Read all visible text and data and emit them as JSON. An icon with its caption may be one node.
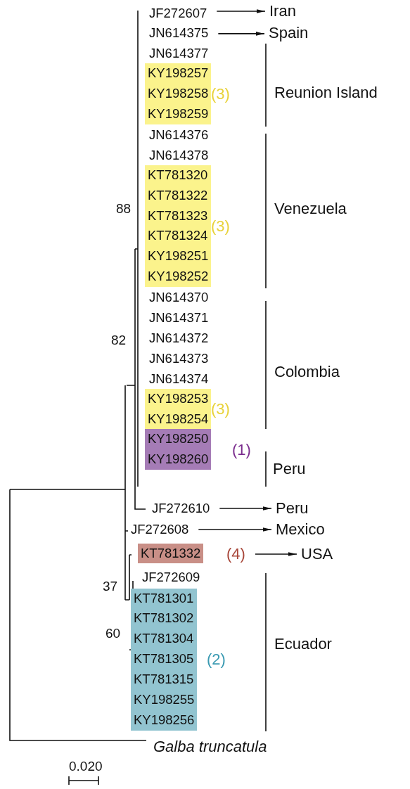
{
  "diagram": {
    "nodes": [
      {
        "text": [
          "JF272607"
        ]
      },
      {
        "text": [
          "Iran"
        ]
      },
      {
        "text": [
          "JN614375"
        ]
      },
      {
        "text": [
          "Spain"
        ]
      },
      {
        "text": [
          "KY198257",
          "KY198258",
          "KY198259"
        ],
        "beside": [
          "(3)"
        ]
      },
      {
        "text": [
          "KT781320",
          "KT781322",
          "KT781323",
          "KT781324",
          "KY198251",
          "KY198252"
        ],
        "beside": [
          "(3)"
        ]
      },
      {
        "text": [
          "KY198253",
          "KY198254"
        ],
        "beside": [
          "(3)"
        ]
      },
      {
        "text": [
          "KY198250",
          "KY198260"
        ],
        "beside": [
          "(1)"
        ]
      },
      {
        "text": [
          "JF272610"
        ]
      },
      {
        "text": [
          "Peru"
        ]
      },
      {
        "text": [
          "JF272608"
        ]
      },
      {
        "text": [
          "Mexico"
        ]
      },
      {
        "text": [
          "KT781332"
        ],
        "beside": [
          "(4)"
        ]
      },
      {
        "text": [
          "USA"
        ]
      },
      {
        "text": [
          "KT781301",
          "KT781302",
          "KT781304",
          "KT781305",
          "KT781315",
          "KY198255",
          "KY198256"
        ],
        "beside": [
          "(2)"
        ]
      }
    ],
    "edges": [
      {
        "from": 0,
        "to": 1,
        "arrow": "to"
      },
      {
        "from": 2,
        "to": 3,
        "arrow": "to"
      },
      {
        "from": 8,
        "to": 9,
        "arrow": "to"
      },
      {
        "from": 10,
        "to": 11,
        "arrow": "to"
      },
      {
        "from": 12,
        "to": 13,
        "arrow": "to"
      }
    ],
    "labels": [
      "JN614377",
      "Reunion Island",
      "JN614376",
      "JN614378",
      "88",
      "Venezuela",
      "JN614370",
      "JN614371",
      "JN614372",
      "82",
      "JN614373",
      "Colombia",
      "JN614374",
      "Peru",
      "JF272609",
      "37",
      "60",
      "Ecuador",
      "Galba truncatula",
      "0.020"
    ]
  }
}
